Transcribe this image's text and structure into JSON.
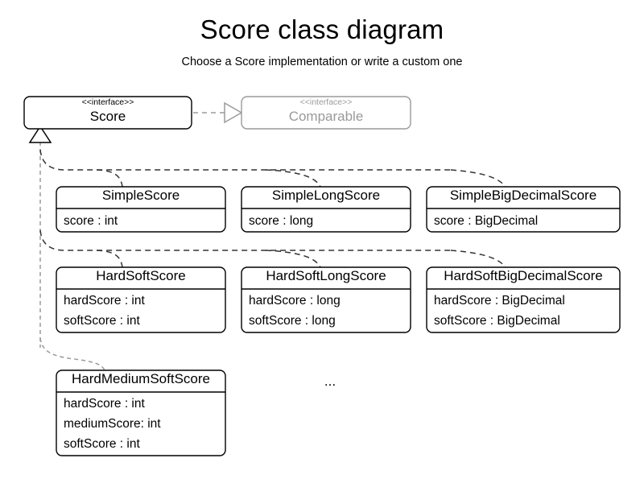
{
  "header": {
    "title": "Score class diagram",
    "subtitle": "Choose a Score implementation or write a custom one"
  },
  "diagram": {
    "type": "uml-class-diagram",
    "ellipsis_marker": "...",
    "colors": {
      "text": "#000000",
      "muted_text": "#9a9a9a",
      "box_border": "#000000",
      "muted_border": "#9a9a9a",
      "connector": "#333333",
      "muted_connector": "#9a9a9a",
      "background": "#ffffff"
    },
    "interfaces": [
      {
        "id": "score",
        "stereotype": "<<interface>>",
        "name": "Score",
        "muted": false
      },
      {
        "id": "comparable",
        "stereotype": "<<interface>>",
        "name": "Comparable",
        "muted": true
      }
    ],
    "classes": [
      {
        "id": "simple-score",
        "name": "SimpleScore",
        "attributes": [
          "score : int"
        ]
      },
      {
        "id": "simple-long-score",
        "name": "SimpleLongScore",
        "attributes": [
          "score : long"
        ]
      },
      {
        "id": "simple-big-decimal-score",
        "name": "SimpleBigDecimalScore",
        "attributes": [
          "score : BigDecimal"
        ]
      },
      {
        "id": "hard-soft-score",
        "name": "HardSoftScore",
        "attributes": [
          "hardScore : int",
          "softScore : int"
        ]
      },
      {
        "id": "hard-soft-long-score",
        "name": "HardSoftLongScore",
        "attributes": [
          "hardScore : long",
          "softScore : long"
        ]
      },
      {
        "id": "hard-soft-big-decimal-score",
        "name": "HardSoftBigDecimalScore",
        "attributes": [
          "hardScore : BigDecimal",
          "softScore : BigDecimal"
        ]
      },
      {
        "id": "hard-medium-soft-score",
        "name": "HardMediumSoftScore",
        "attributes": [
          "hardScore : int",
          "mediumScore: int",
          "softScore : int"
        ]
      }
    ],
    "relationships": [
      {
        "kind": "realization",
        "from": "score",
        "to": "comparable",
        "style": "dashed-gray-hollow-triangle"
      },
      {
        "kind": "implements",
        "from": "simple-score",
        "to": "score"
      },
      {
        "kind": "implements",
        "from": "simple-long-score",
        "to": "score"
      },
      {
        "kind": "implements",
        "from": "simple-big-decimal-score",
        "to": "score"
      },
      {
        "kind": "implements",
        "from": "hard-soft-score",
        "to": "score"
      },
      {
        "kind": "implements",
        "from": "hard-soft-long-score",
        "to": "score"
      },
      {
        "kind": "implements",
        "from": "hard-soft-big-decimal-score",
        "to": "score"
      },
      {
        "kind": "implements",
        "from": "hard-medium-soft-score",
        "to": "score"
      }
    ]
  }
}
